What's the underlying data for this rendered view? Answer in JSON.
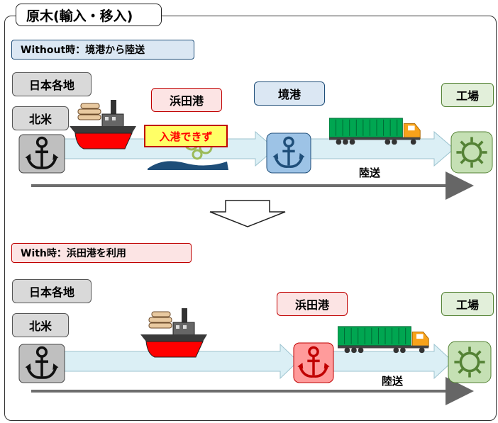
{
  "title": "原木(輸入・移入)",
  "without": {
    "scenario": "Without時：境港から陸送",
    "origin1": "日本各地",
    "origin2": "北米",
    "port_blocked": "浜田港",
    "blocked_text": "入港できず",
    "port_used": "境港",
    "destination": "工場",
    "land_label": "陸送"
  },
  "with": {
    "scenario": "With時：浜田港を利用",
    "origin1": "日本各地",
    "origin2": "北米",
    "port_used": "浜田港",
    "destination": "工場",
    "land_label": "陸送"
  },
  "icons": [
    "anchor-icon",
    "ship-icon",
    "truck-icon",
    "factory-gear-icon",
    "down-arrow-icon"
  ],
  "colors": {
    "red": "#c00000",
    "blue": "#1f4e79",
    "green": "#548235",
    "flow": "#dbeff5"
  }
}
